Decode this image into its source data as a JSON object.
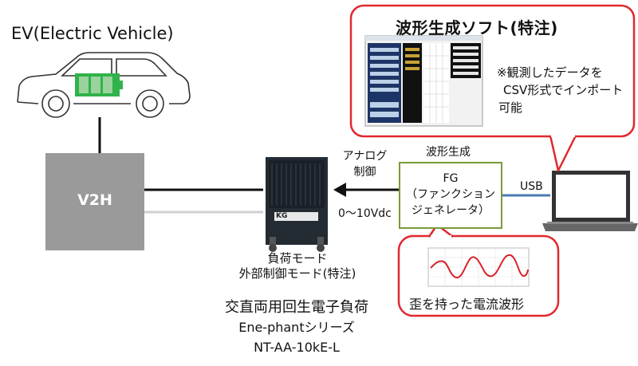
{
  "ev": {
    "title": "EV(Electric Vehicle)"
  },
  "v2h": {
    "label": "V2H"
  },
  "load_unit": {
    "badge": "KG",
    "caption_line1": "負荷モード",
    "caption_line2": "外部制御モード(特注)"
  },
  "product": {
    "line1": "交直両用回生電子負荷",
    "line2": "Ene-phantシリーズ",
    "line3": "NT-AA-10kE-L"
  },
  "analog": {
    "line1": "アナログ",
    "line2": "制御",
    "range": "0～10Vdc"
  },
  "fg": {
    "top_label": "波形生成",
    "line1": "FG",
    "line2": "（ファンクション",
    "line3": "ジェネレータ）"
  },
  "usb": {
    "label": "USB"
  },
  "software_callout": {
    "title": "波形生成ソフト(特注)",
    "note_line1": "※観測したデータを",
    "note_line2": "CSV形式でインポート",
    "note_line3": "可能"
  },
  "distortion_callout": {
    "caption": "歪を持った電流波形"
  },
  "colors": {
    "callout_border": "#e0282d",
    "fg_border": "#7a9b39",
    "v2h_fill": "#9a9a9a",
    "usb_line": "#4a7ab4",
    "battery_green": "#2fb34a",
    "wave": "#d8232a"
  }
}
